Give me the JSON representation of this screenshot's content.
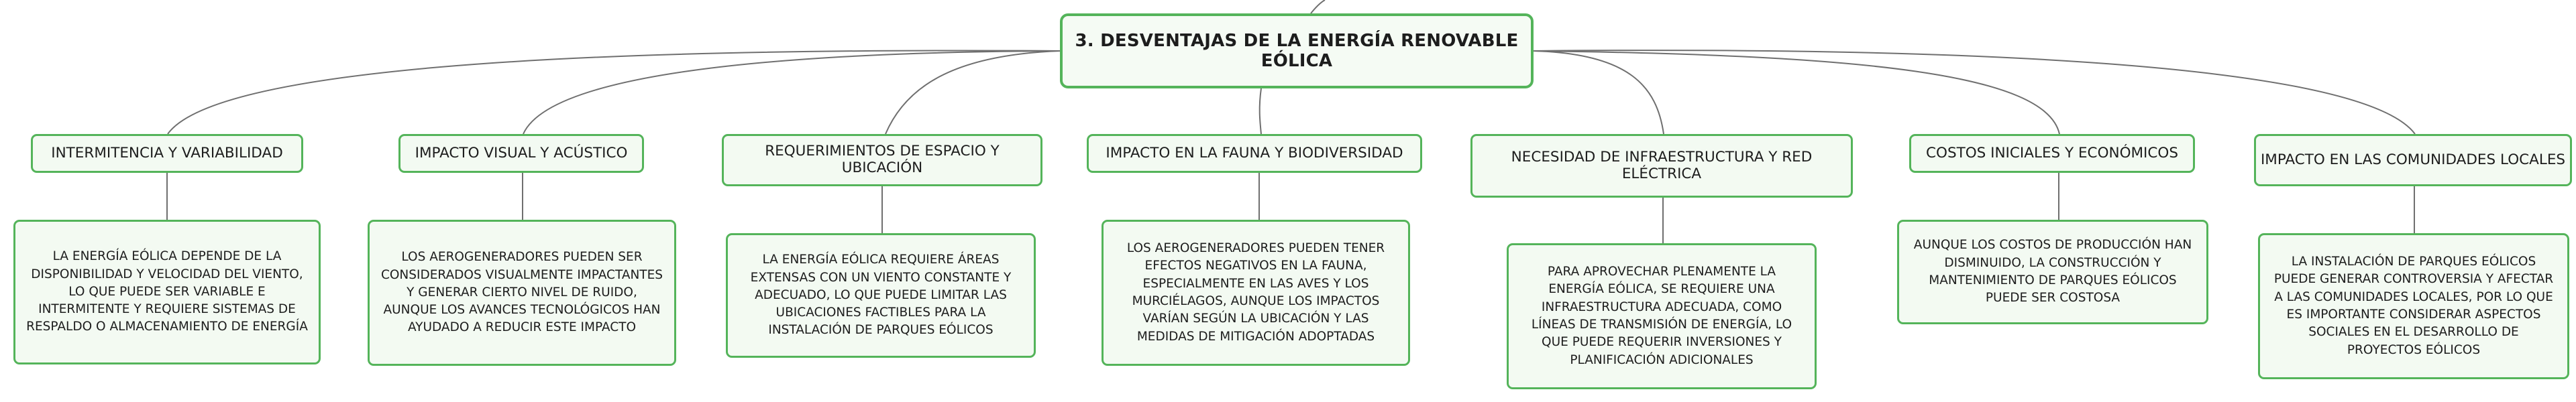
{
  "root": {
    "title": "3. DESVENTAJAS DE LA ENERGÍA RENOVABLE EÓLICA"
  },
  "colors": {
    "border": "#54b45a",
    "fill": "#f3faf2",
    "connector": "#6f6f6f",
    "text": "#1d1d1d"
  },
  "branches": [
    {
      "label": "INTERMITENCIA Y VARIABILIDAD",
      "description": "LA ENERGÍA EÓLICA DEPENDE DE LA DISPONIBILIDAD Y VELOCIDAD DEL VIENTO, LO QUE PUEDE SER VARIABLE E INTERMITENTE Y REQUIERE SISTEMAS DE RESPALDO O ALMACENAMIENTO DE ENERGÍA"
    },
    {
      "label": "IMPACTO VISUAL Y ACÚSTICO",
      "description": "LOS AEROGENERADORES PUEDEN SER CONSIDERADOS VISUALMENTE IMPACTANTES Y GENERAR CIERTO NIVEL DE RUIDO, AUNQUE LOS AVANCES TECNOLÓGICOS HAN AYUDADO A REDUCIR ESTE IMPACTO"
    },
    {
      "label": "REQUERIMIENTOS DE ESPACIO Y UBICACIÓN",
      "description": "LA ENERGÍA EÓLICA REQUIERE ÁREAS EXTENSAS CON UN VIENTO CONSTANTE Y ADECUADO, LO QUE PUEDE LIMITAR LAS UBICACIONES FACTIBLES PARA LA INSTALACIÓN DE PARQUES EÓLICOS"
    },
    {
      "label": "IMPACTO EN LA FAUNA Y BIODIVERSIDAD",
      "description": "LOS AEROGENERADORES PUEDEN TENER EFECTOS NEGATIVOS EN LA FAUNA, ESPECIALMENTE EN LAS AVES Y LOS MURCIÉLAGOS, AUNQUE LOS IMPACTOS VARÍAN SEGÚN LA UBICACIÓN Y LAS MEDIDAS DE MITIGACIÓN ADOPTADAS"
    },
    {
      "label": "NECESIDAD DE INFRAESTRUCTURA Y RED ELÉCTRICA",
      "description": "PARA APROVECHAR PLENAMENTE LA ENERGÍA EÓLICA, SE REQUIERE UNA INFRAESTRUCTURA ADECUADA, COMO LÍNEAS DE TRANSMISIÓN DE ENERGÍA, LO QUE PUEDE REQUERIR INVERSIONES Y PLANIFICACIÓN ADICIONALES"
    },
    {
      "label": "COSTOS INICIALES Y ECONÓMICOS",
      "description": "AUNQUE LOS COSTOS DE PRODUCCIÓN HAN DISMINUIDO, LA CONSTRUCCIÓN Y MANTENIMIENTO DE PARQUES EÓLICOS PUEDE SER COSTOSA"
    },
    {
      "label": "IMPACTO EN LAS COMUNIDADES LOCALES",
      "description": "LA INSTALACIÓN DE PARQUES EÓLICOS PUEDE GENERAR CONTROVERSIA Y AFECTAR A LAS COMUNIDADES LOCALES, POR LO QUE ES IMPORTANTE CONSIDERAR ASPECTOS SOCIALES EN EL DESARROLLO DE PROYECTOS EÓLICOS"
    }
  ]
}
